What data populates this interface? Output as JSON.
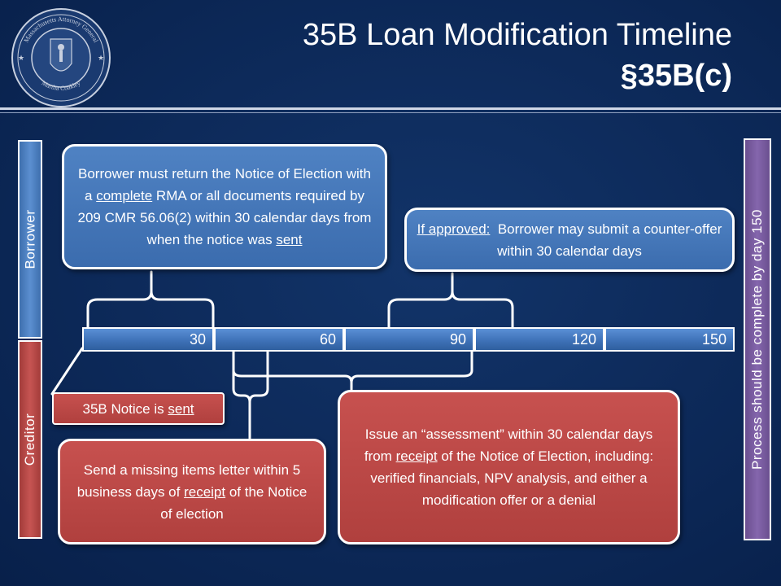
{
  "slide": {
    "title": "35B Loan Modification Timeline",
    "subtitle": "§35B(c)",
    "colors": {
      "background": "#0c2857",
      "borrower": "#4a7dbf",
      "creditor": "#c0504d",
      "process": "#7a5ea0"
    }
  },
  "seal": {
    "icon": "ma-attorney-general-seal",
    "top_text": "Massachusetts Attorney General",
    "bottom_text": "Martha Coakley"
  },
  "lanes": {
    "borrower": "Borrower",
    "creditor": "Creditor",
    "process": "Process should be complete by day 150"
  },
  "timeline": {
    "days": [
      "30",
      "60",
      "90",
      "120",
      "150"
    ]
  },
  "callouts": {
    "borrower_return": {
      "pre": "Borrower must return the Notice of Election with a ",
      "u1": "complete",
      "mid": " RMA or all documents required by 209 CMR 56.06(2) within 30 calendar days from when the notice was ",
      "u2": "sent"
    },
    "counter_offer": {
      "u1": "If approved:",
      "rest": "  Borrower may submit a counter-offer within 30 calendar days"
    },
    "notice_sent": {
      "pre": "35B Notice is ",
      "u1": "sent"
    },
    "missing_items": {
      "pre": "Send a missing items letter within 5 business days of ",
      "u1": "receipt",
      "post": " of the Notice of election"
    },
    "assessment": {
      "pre": "Issue an “assessment” within 30 calendar days from ",
      "u1": "receipt",
      "post": " of the Notice of Election, including: verified financials, NPV analysis, and either a modification offer or a denial"
    }
  }
}
